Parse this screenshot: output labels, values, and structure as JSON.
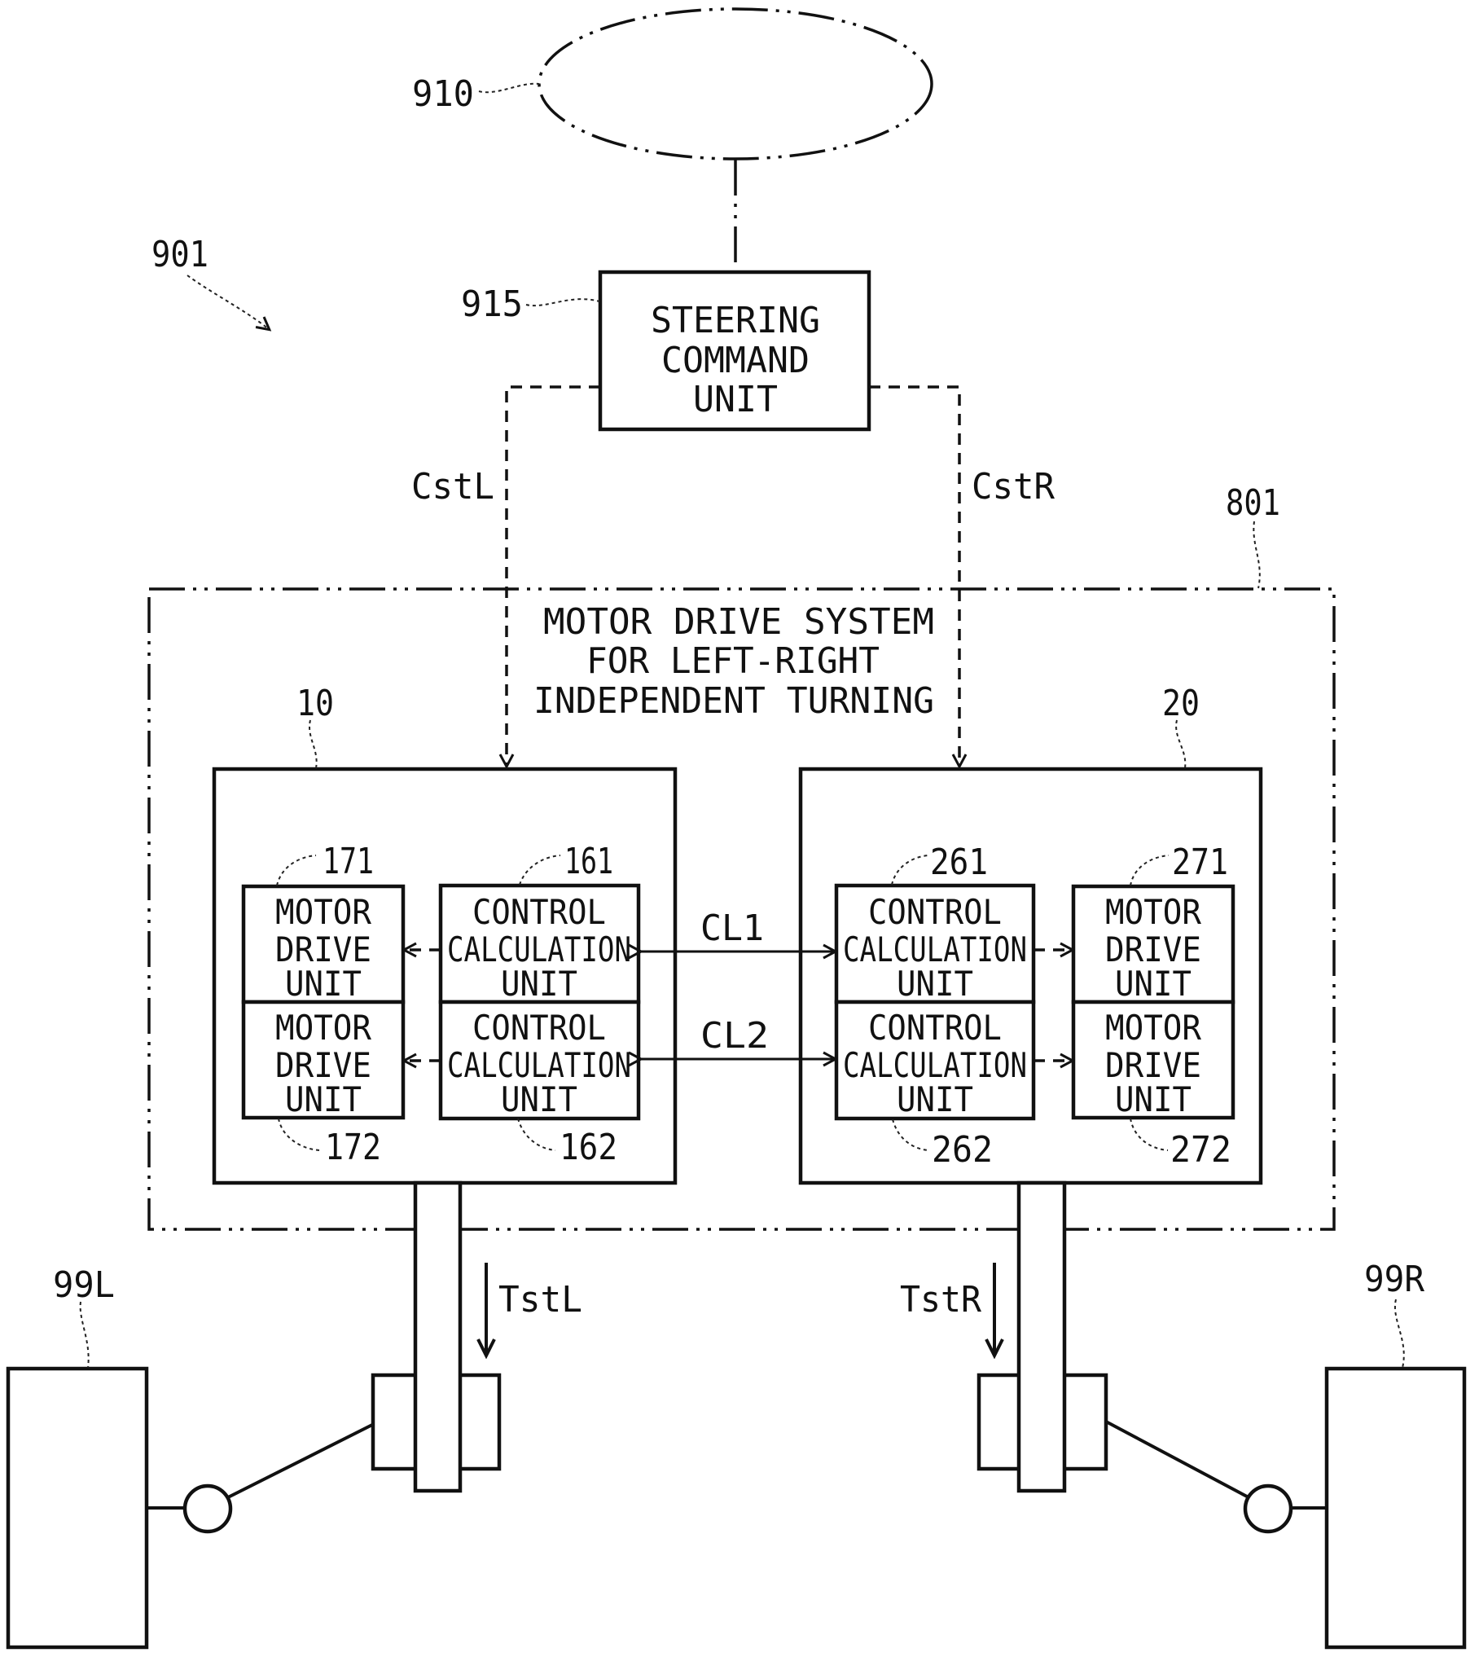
{
  "figure": {
    "system_ref": "901",
    "steering_wheel": {
      "ref": "910"
    },
    "steering_command_unit": {
      "ref": "915",
      "lines": [
        "STEERING",
        "COMMAND",
        "UNIT"
      ]
    },
    "signals": {
      "left_command": "CstL",
      "right_command": "CstR",
      "link_1": "CL1",
      "link_2": "CL2",
      "left_torque": "TstL",
      "right_torque": "TstR"
    },
    "motor_drive_system": {
      "ref": "801",
      "title_lines": [
        "MOTOR DRIVE SYSTEM",
        "FOR LEFT-RIGHT",
        "INDEPENDENT TURNING"
      ]
    },
    "left_ecu": {
      "ref": "10",
      "motor_drive_units": [
        {
          "ref": "171",
          "lines": [
            "MOTOR",
            "DRIVE",
            "UNIT"
          ]
        },
        {
          "ref": "172",
          "lines": [
            "MOTOR",
            "DRIVE",
            "UNIT"
          ]
        }
      ],
      "control_units": [
        {
          "ref": "161",
          "lines": [
            "CONTROL",
            "CALCULATION",
            "UNIT"
          ]
        },
        {
          "ref": "162",
          "lines": [
            "CONTROL",
            "CALCULATION",
            "UNIT"
          ]
        }
      ]
    },
    "right_ecu": {
      "ref": "20",
      "control_units": [
        {
          "ref": "261",
          "lines": [
            "CONTROL",
            "CALCULATION",
            "UNIT"
          ]
        },
        {
          "ref": "262",
          "lines": [
            "CONTROL",
            "CALCULATION",
            "UNIT"
          ]
        }
      ],
      "motor_drive_units": [
        {
          "ref": "271",
          "lines": [
            "MOTOR",
            "DRIVE",
            "UNIT"
          ]
        },
        {
          "ref": "272",
          "lines": [
            "MOTOR",
            "DRIVE",
            "UNIT"
          ]
        }
      ]
    },
    "wheels": {
      "left": "99L",
      "right": "99R"
    }
  }
}
